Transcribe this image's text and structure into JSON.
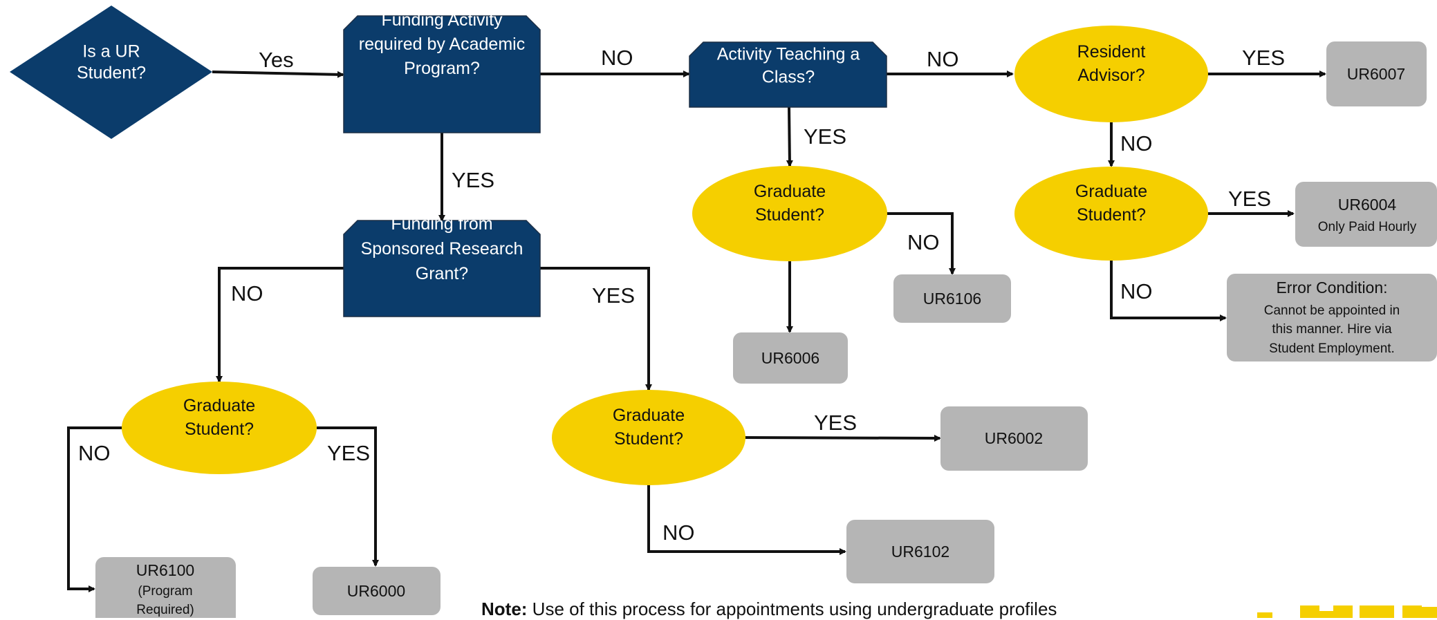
{
  "flowchart": {
    "decisions": {
      "is_ur_student": "Is a UR Student?",
      "funding_activity": "Funding Activity required by Academic Program?",
      "activity_teaching": "Activity Teaching a Class?",
      "resident_advisor": "Resident Advisor?",
      "funding_sponsored": "Funding from Sponsored Research Grant?",
      "graduate_student": "Graduate Student?"
    },
    "outcomes": {
      "ur6007": "UR6007",
      "ur6004_code": "UR6004",
      "ur6004_note": "Only Paid Hourly",
      "ur6106": "UR6106",
      "ur6006": "UR6006",
      "error_title": "Error Condition:",
      "error_line1": "Cannot be appointed in",
      "error_line2": "this manner. Hire via",
      "error_line3": "Student Employment.",
      "ur6002": "UR6002",
      "ur6102": "UR6102",
      "ur6100_code": "UR6100",
      "ur6100_note_1": "(Program",
      "ur6100_note_2": "Required)",
      "ur6000": "UR6000"
    },
    "edge_labels": {
      "yes_mixed": "Yes",
      "yes": "YES",
      "no": "NO"
    }
  },
  "note": {
    "label": "Note:",
    "text": " Use of this process for appointments using undergraduate profiles"
  },
  "colors": {
    "navy": "#0b3c6b",
    "gold": "#f5cf00",
    "gray": "#b5b5b5"
  }
}
